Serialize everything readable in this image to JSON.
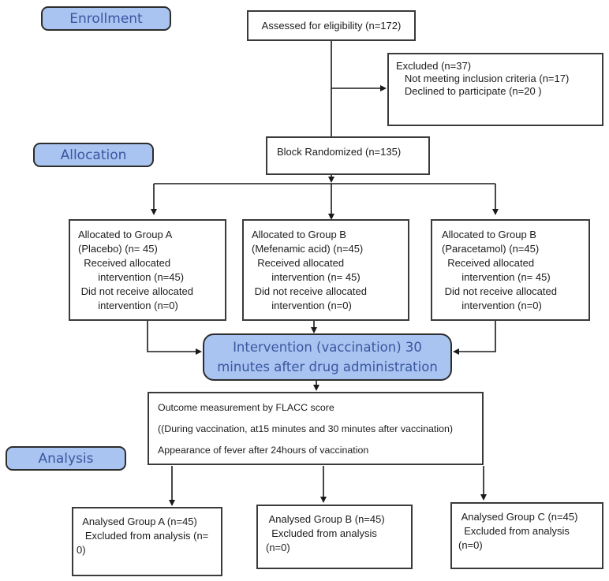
{
  "figure": {
    "stages": {
      "enrollment": "Enrollment",
      "allocation": "Allocation",
      "analysis": "Analysis"
    },
    "boxes": {
      "assessed": "Assessed for eligibility (n=172)",
      "excluded": "Excluded (n=37)\n   Not meeting inclusion criteria (n=17)\n   Declined to participate (n=20 )",
      "randomized": "Block Randomized (n=135)",
      "allocated_group_a": "Allocated to Group A\n(Placebo) (n= 45)\n  Received allocated\n       intervention (n=45)\n Did not receive allocated\n       intervention (n=0)",
      "allocated_group_b": "Allocated to Group B\n(Mefenamic acid) (n=45)\n  Received allocated\n       intervention (n= 45)\n Did not receive allocated\n       intervention (n=0)",
      "allocated_group_c": "Allocated to Group B\n(Paracetamol) (n=45)\n  Received allocated\n       intervention (n= 45)\n Did not receive allocated\n       intervention (n=0)",
      "intervention": "Intervention (vaccination) 30\nminutes after drug administration",
      "outcome": "Outcome measurement by FLACC score\n((During vaccination, at15 minutes and 30 minutes after vaccination)\nAppearance of fever after 24hours of vaccination",
      "analysed_group_a": "  Analysed Group A (n=45)\n   Excluded from analysis (n=\n0)",
      "analysed_group_b": " Analysed Group B (n=45)\n  Excluded from analysis\n(n=0)",
      "analysed_group_c": " Analysed Group C (n=45)\n  Excluded from analysis\n(n=0)"
    },
    "colors": {
      "stage_fill": "#a9c4f1",
      "stage_text": "#3a57a0",
      "stage_border": "#2d2d2d",
      "box_border": "#3a3a3a",
      "box_text": "#1c1c1c",
      "connector": "#1a1a1a",
      "background": "#ffffff"
    }
  }
}
